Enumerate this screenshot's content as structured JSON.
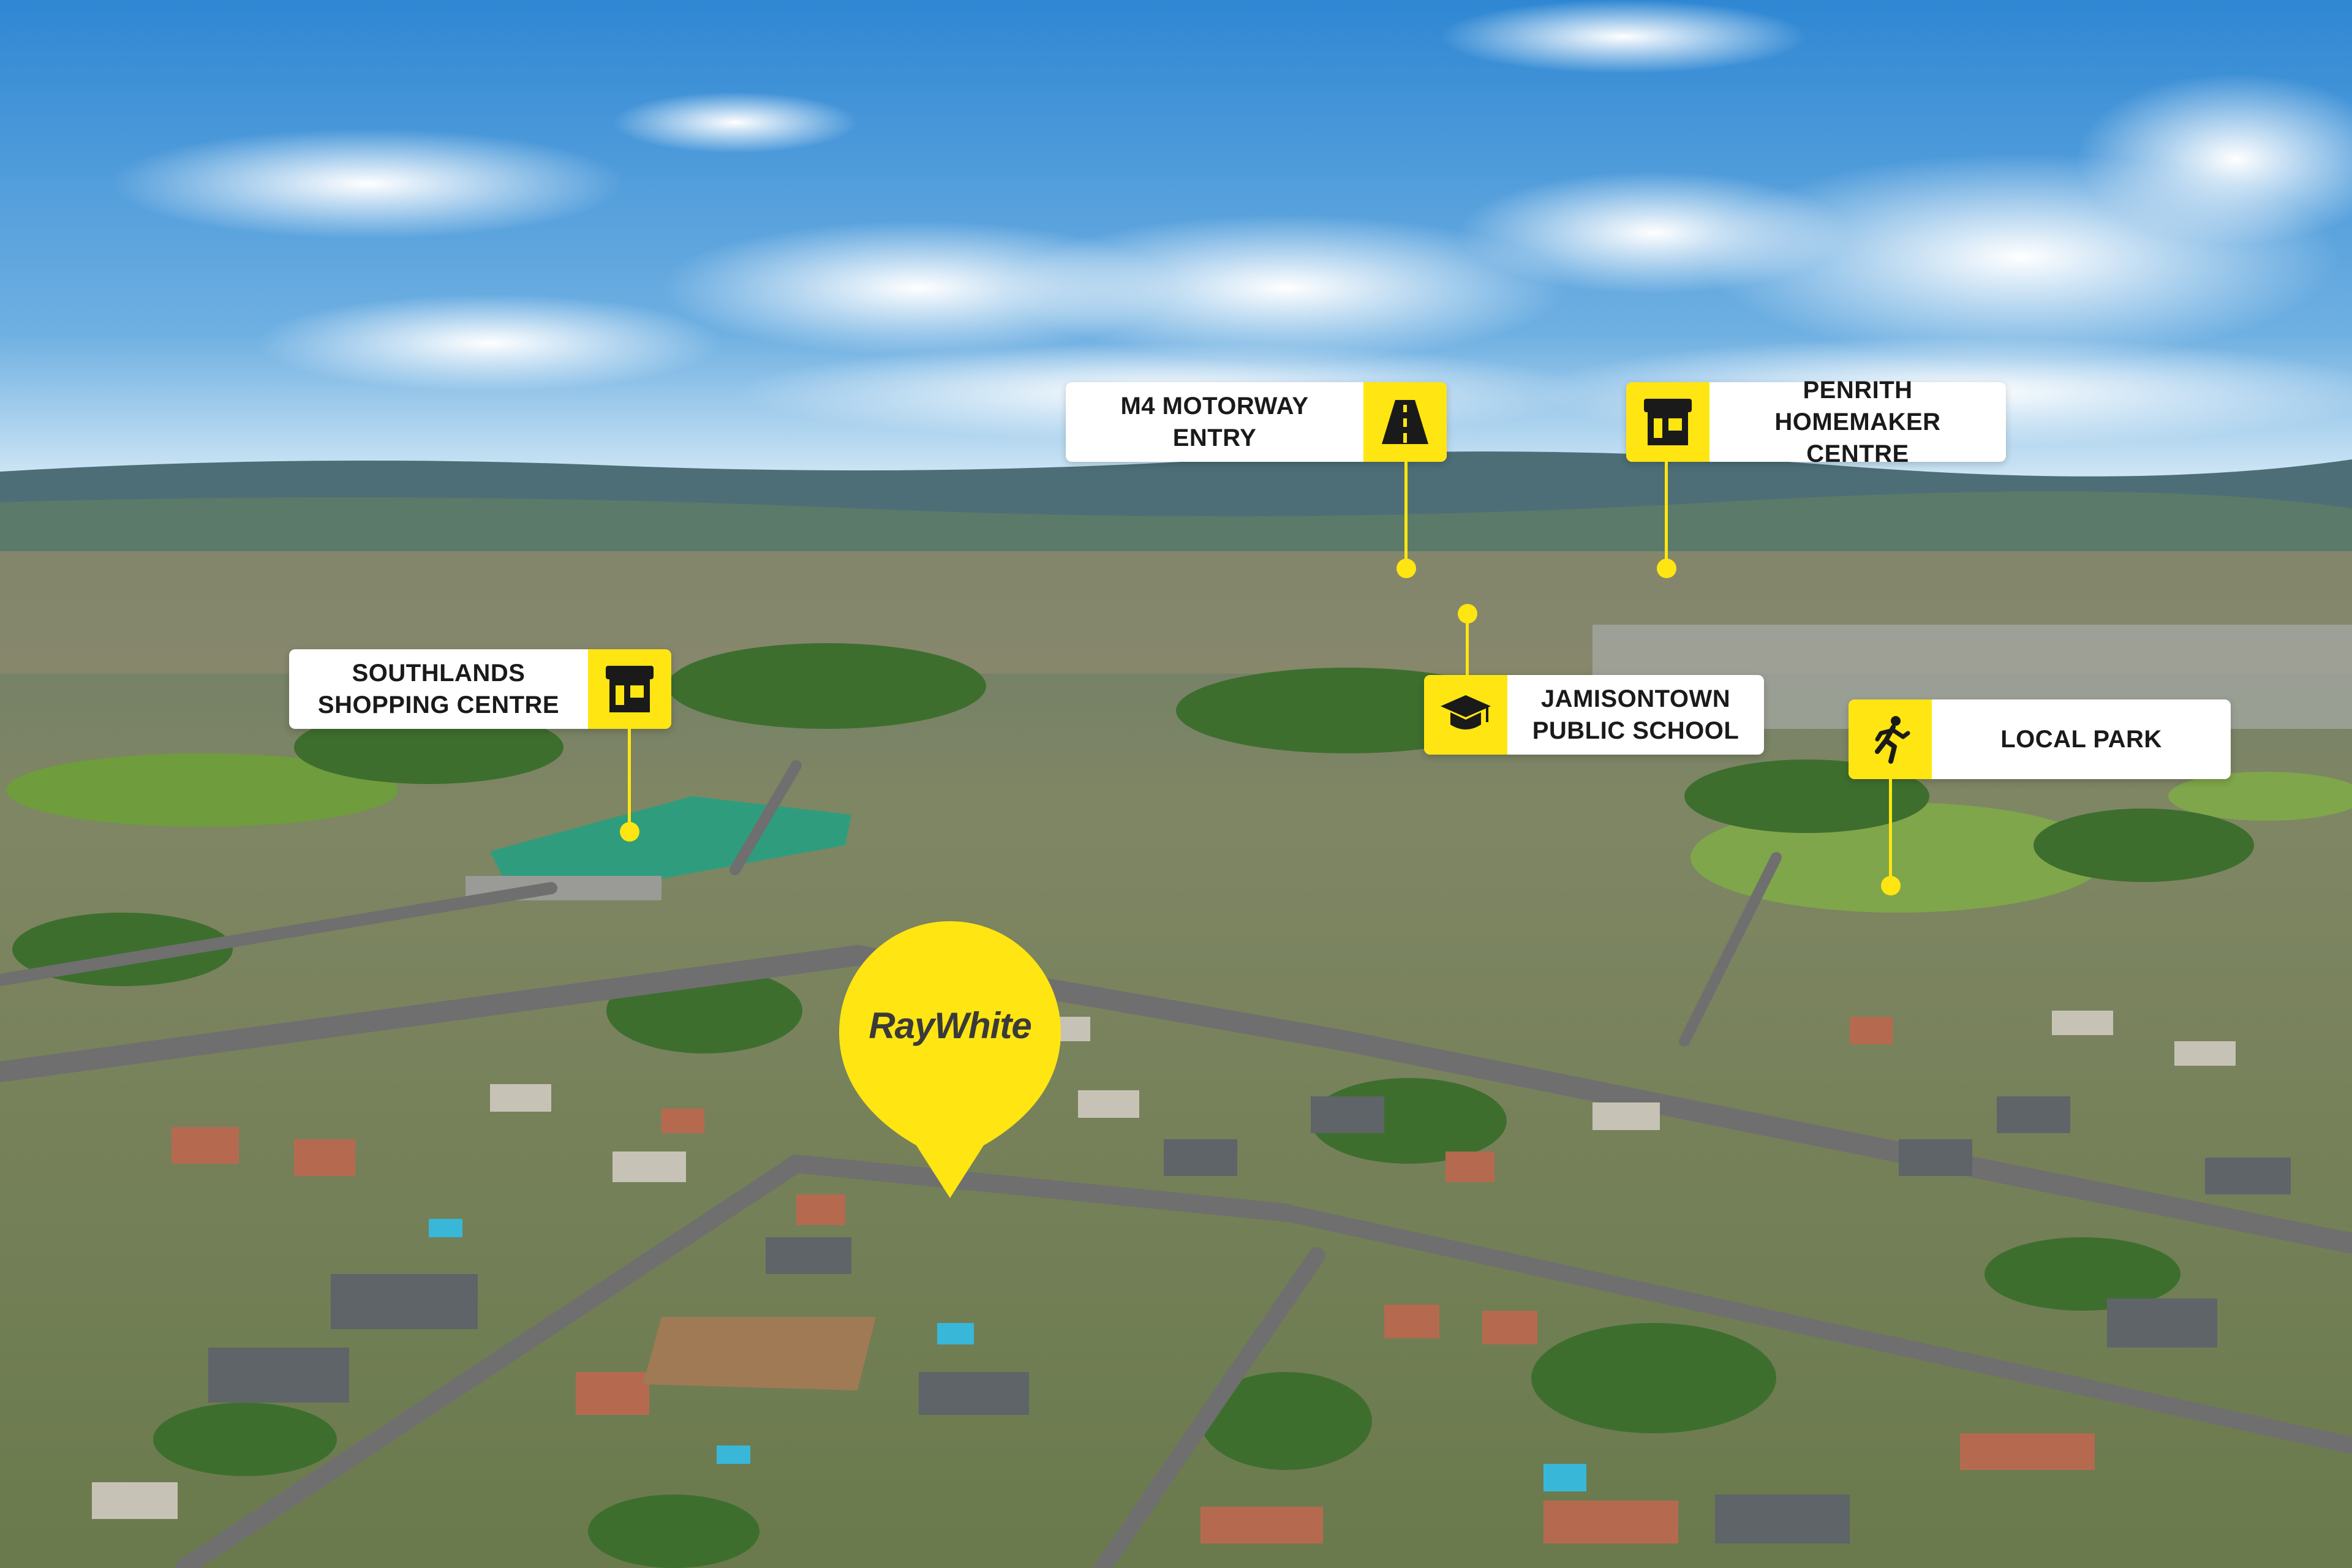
{
  "brand": {
    "name": "RayWhite",
    "pin_color": "#ffe512",
    "text_color": "#3a3a3a"
  },
  "callouts": {
    "m4_motorway": {
      "line1": "M4 MOTORWAY",
      "line2": "ENTRY",
      "icon": "road-icon"
    },
    "penrith_homemaker": {
      "line1": "PENRITH",
      "line2": "HOMEMAKER CENTRE",
      "icon": "shop-icon"
    },
    "southlands": {
      "line1": "SOUTHLANDS",
      "line2": "SHOPPING CENTRE",
      "icon": "shop-icon"
    },
    "jamisontown": {
      "line1": "JAMISONTOWN",
      "line2": "PUBLIC SCHOOL",
      "icon": "graduation-cap-icon"
    },
    "local_park": {
      "line1": "LOCAL PARK",
      "icon": "running-person-icon"
    }
  },
  "colors": {
    "sky_top": "#2f87d3",
    "sky_bottom": "#cfe6f5",
    "hills": "#4d6e76",
    "suburbs": "#8f8c6a",
    "trees": "#3e6e2e",
    "grass": "#7bab4a",
    "road": "#6f6f6f",
    "callout_bg": "#ffffff",
    "accent": "#ffe512"
  }
}
